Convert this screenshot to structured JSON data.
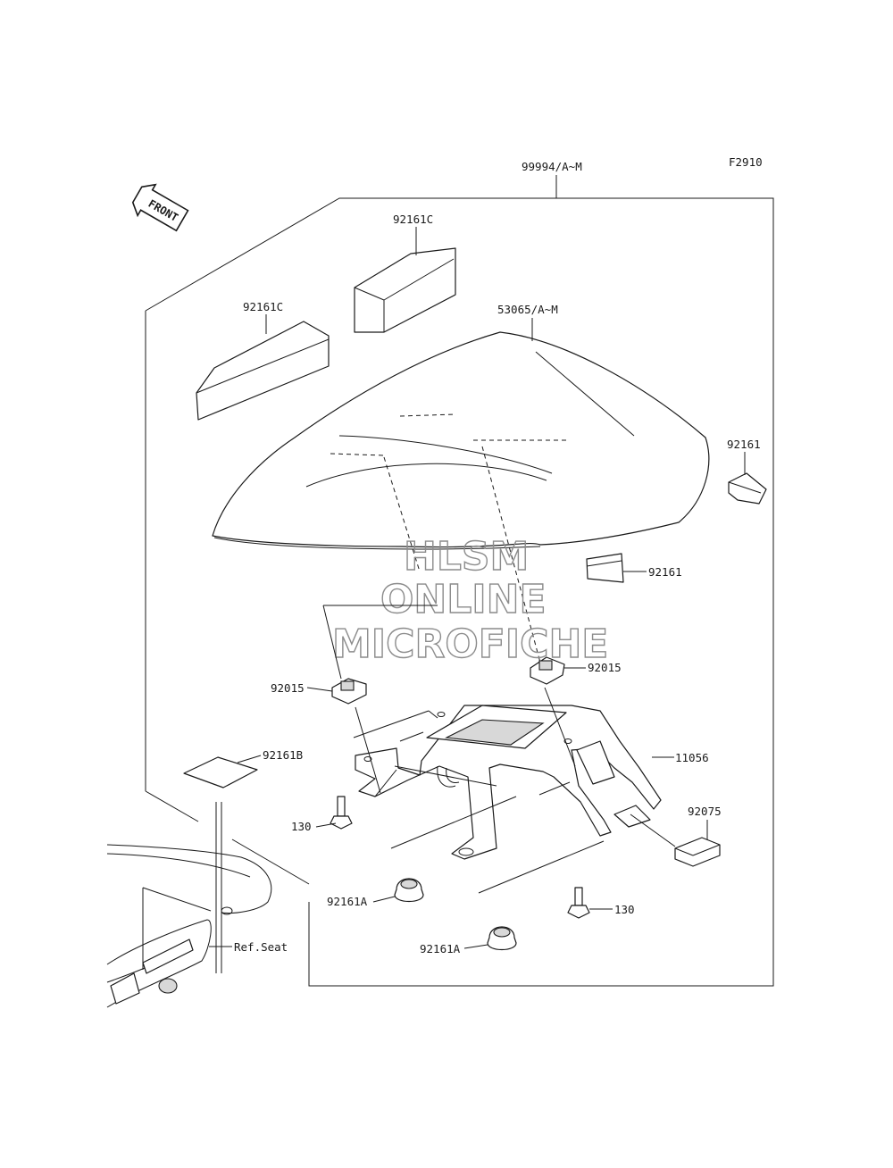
{
  "figure_code": "F2910",
  "front_label": "FRONT",
  "watermark": {
    "line1": "HLSM",
    "line2": "ONLINE",
    "line3": "MICROFICHE"
  },
  "callouts": {
    "kit": "99994/A~M",
    "pad_rear": "92161C",
    "pad_left": "92161C",
    "cowl": "53065/A~M",
    "pad_side": "92161",
    "pad_small": "92161",
    "nut_left": "92015",
    "nut_right": "92015",
    "pad_flat": "92161B",
    "bracket": "11056",
    "damper": "92075",
    "bolt_left": "130",
    "bolt_right": "130",
    "grommet_left": "92161A",
    "grommet_right": "92161A",
    "ref_seat": "Ref.Seat"
  }
}
